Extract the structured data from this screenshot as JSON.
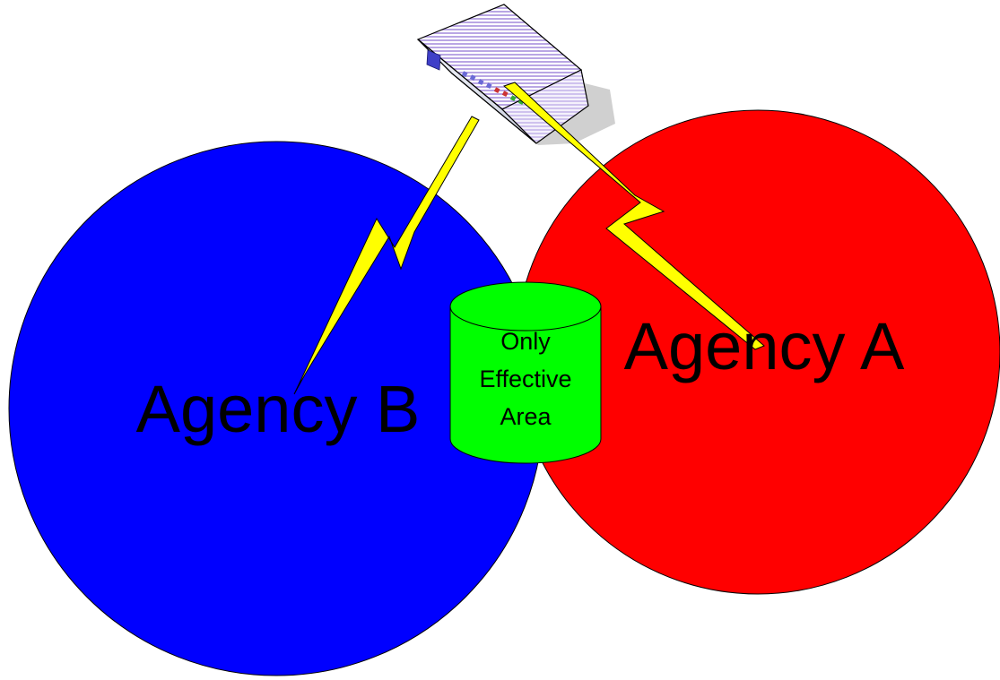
{
  "diagram": {
    "device_icon": "network-switch-icon",
    "nodes": {
      "agency_a": {
        "label": "Agency A",
        "color": "#FF0000"
      },
      "agency_b": {
        "label": "Agency B",
        "color": "#0000FF"
      },
      "overlap": {
        "lines": [
          "Only",
          "Effective",
          "Area"
        ],
        "color": "#00FF00"
      }
    },
    "links": [
      {
        "from": "device",
        "to": "agency_b",
        "style": "lightning",
        "color": "#FFFF00"
      },
      {
        "from": "device",
        "to": "agency_a",
        "style": "lightning",
        "color": "#FFFF00"
      }
    ]
  }
}
